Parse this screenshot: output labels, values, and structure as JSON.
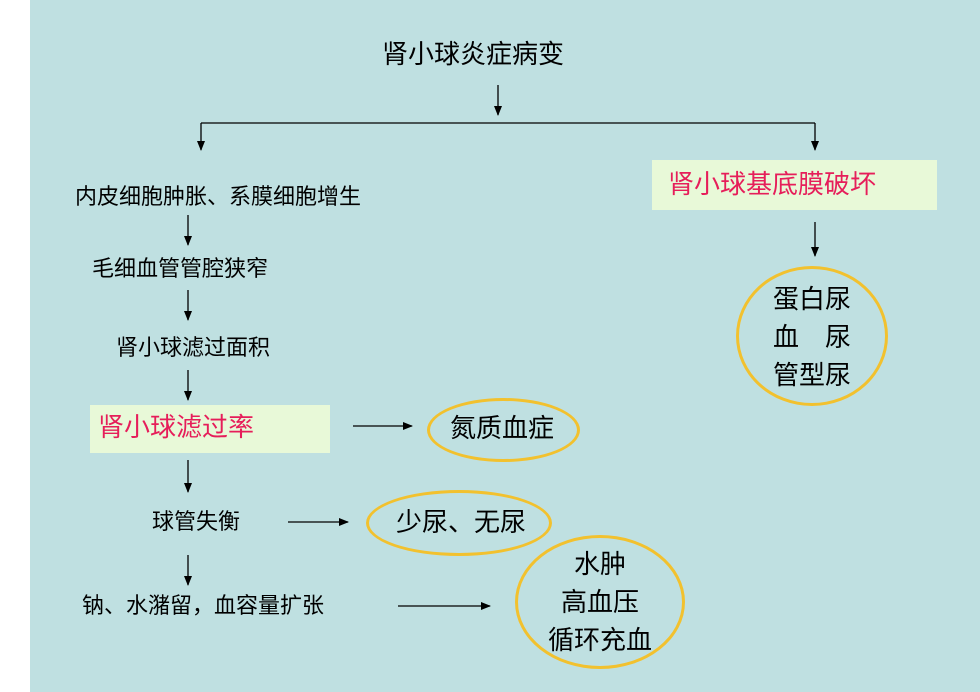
{
  "title": "肾小球炎症病变",
  "left_chain": {
    "step1": "内皮细胞肿胀、系膜细胞增生",
    "step2": "毛细血管管腔狭窄",
    "step3": "肾小球滤过面积",
    "step4": "肾小球滤过率",
    "step5": "球管失衡",
    "step6": "钠、水潴留，血容量扩张"
  },
  "right_chain": {
    "title": "肾小球基底膜破坏",
    "outcomes": [
      "蛋白尿",
      "血　尿",
      "管型尿"
    ]
  },
  "outcomes": {
    "azotemia": "氮质血症",
    "oliguria": "少尿、无尿",
    "edema_group": [
      "水肿",
      "高血压",
      "循环充血"
    ]
  },
  "colors": {
    "background": "#bfe0e1",
    "highlight_box": "#e8f9d8",
    "emphasis_text": "#e61e5a",
    "oval_border": "#f2c12e"
  }
}
